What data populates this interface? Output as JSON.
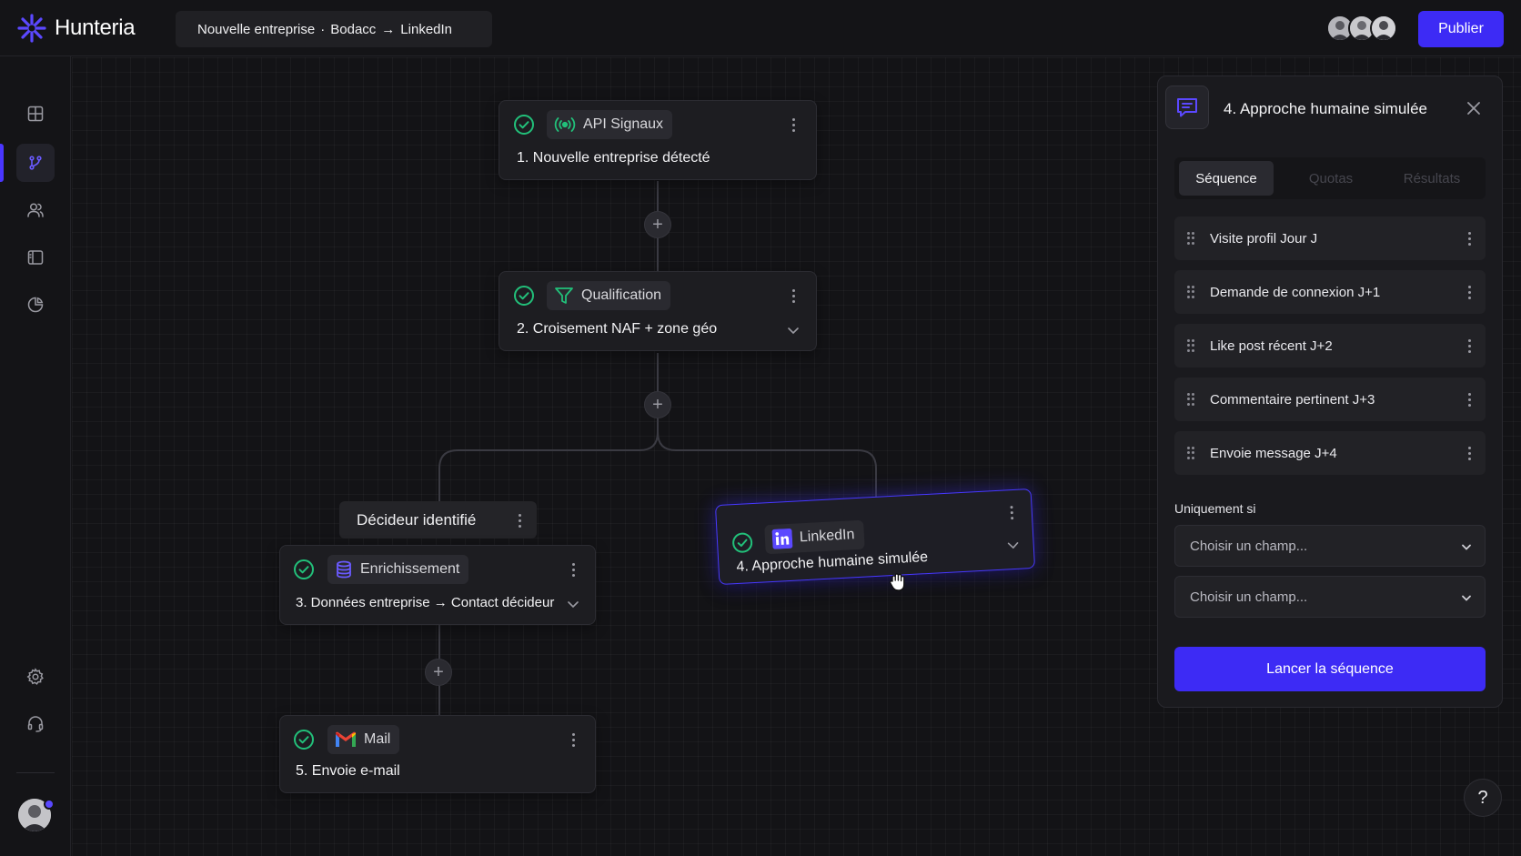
{
  "app": {
    "name": "Hunteria"
  },
  "header": {
    "breadcrumb": [
      "Nouvelle entreprise",
      "·",
      "Bodacc",
      "→",
      "LinkedIn"
    ],
    "publish_label": "Publier"
  },
  "sidebar": {
    "items": [
      {
        "icon": "grid-icon"
      },
      {
        "icon": "branch-icon",
        "active": true
      },
      {
        "icon": "users-icon"
      },
      {
        "icon": "layout-icon"
      },
      {
        "icon": "chart-icon"
      }
    ],
    "bottom": [
      {
        "icon": "gear-icon"
      },
      {
        "icon": "headset-icon"
      }
    ]
  },
  "workflow": {
    "nodes": [
      {
        "chip": "API Signaux",
        "title": "1. Nouvelle entreprise détecté",
        "icon": "signal-icon"
      },
      {
        "chip": "Qualification",
        "title": "2. Croisement NAF + zone géo",
        "icon": "filter-icon"
      },
      {
        "chip": "Enrichissement",
        "title": "3. Données entreprise → Contact décideur",
        "icon": "database-icon"
      },
      {
        "chip": "LinkedIn",
        "title": "4. Approche humaine simulée",
        "icon": "linkedin-icon"
      },
      {
        "chip": "Mail",
        "title": "5. Envoie e-mail",
        "icon": "gmail-icon"
      }
    ],
    "branch_label": "Décideur identifié",
    "add_symbol": "+"
  },
  "panel": {
    "title": "4. Approche humaine simulée",
    "tabs": [
      "Séquence",
      "Quotas",
      "Résultats"
    ],
    "active_tab": 0,
    "sequence": [
      "Visite profil Jour J",
      "Demande de connexion J+1",
      "Like post récent J+2",
      "Commentaire pertinent J+3",
      "Envoie message J+4"
    ],
    "condition_label": "Uniquement si",
    "select_placeholder_1": "Choisir un champ...",
    "select_placeholder_2": "Choisir un champ...",
    "launch_label": "Lancer la séquence"
  },
  "help": {
    "label": "?"
  },
  "colors": {
    "accent": "#3d2bf5",
    "success": "#22c07a",
    "background": "#131316"
  }
}
